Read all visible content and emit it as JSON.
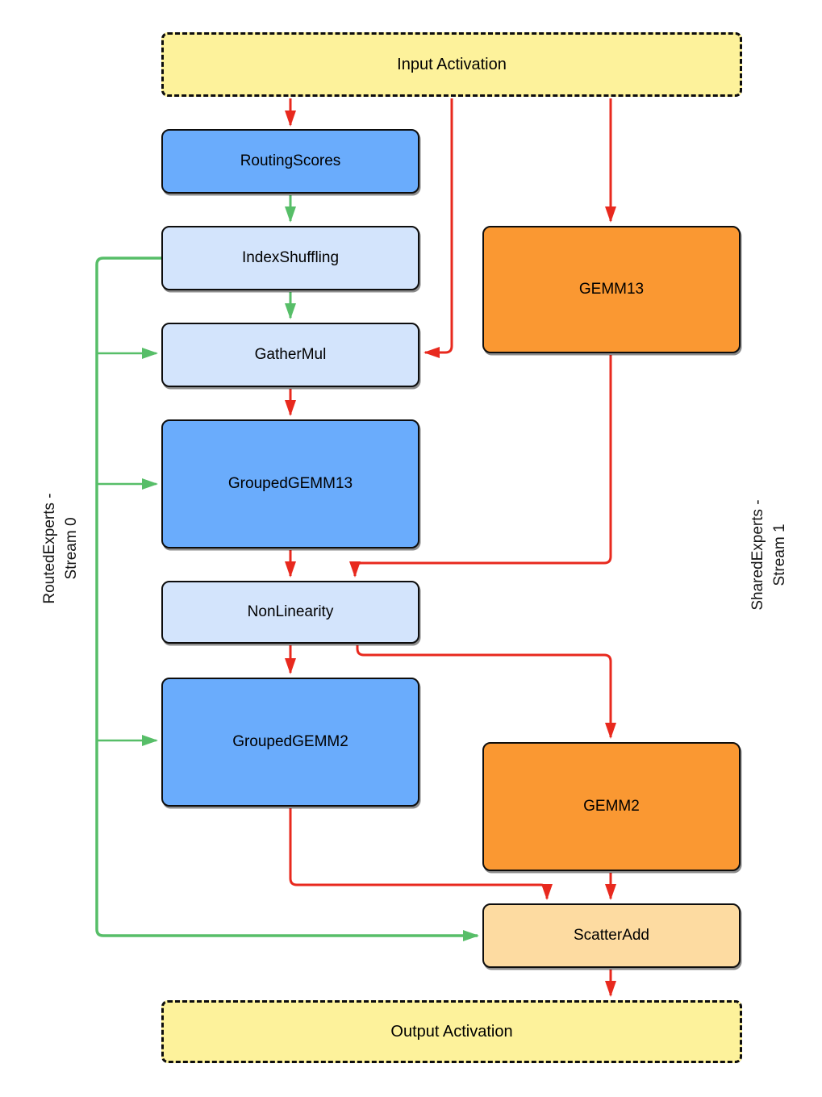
{
  "colors": {
    "red": "#E8291E",
    "green": "#57BE68",
    "blue": "#6AACFC",
    "light_blue": "#D3E4FC",
    "orange": "#FA9832",
    "peach": "#FDDBA1",
    "yellow": "#FDF29B",
    "border": "#0D0D0D"
  },
  "nodes": {
    "input": {
      "label": "Input Activation"
    },
    "routing_scores": {
      "label": "RoutingScores"
    },
    "index_shuffling": {
      "label": "IndexShuffling"
    },
    "gather_mul": {
      "label": "GatherMul"
    },
    "grouped_gemm13": {
      "label": "GroupedGEMM13"
    },
    "non_linearity": {
      "label": "NonLinearity"
    },
    "grouped_gemm2": {
      "label": "GroupedGEMM2"
    },
    "gemm13": {
      "label": "GEMM13"
    },
    "gemm2": {
      "label": "GEMM2"
    },
    "scatter_add": {
      "label": "ScatterAdd"
    },
    "output": {
      "label": "Output Activation"
    }
  },
  "stream_labels": {
    "left": {
      "line1": "RoutedExperts -",
      "line2": "Stream 0"
    },
    "right": {
      "line1": "SharedExperts -",
      "line2": "Stream 1"
    }
  },
  "edges": [
    {
      "from": "input",
      "to": "routing_scores",
      "color": "red"
    },
    {
      "from": "input",
      "to": "gather_mul",
      "color": "red",
      "route": "down then into right side"
    },
    {
      "from": "input",
      "to": "gemm13",
      "color": "red"
    },
    {
      "from": "routing_scores",
      "to": "index_shuffling",
      "color": "green"
    },
    {
      "from": "index_shuffling",
      "to": "gather_mul",
      "color": "green"
    },
    {
      "from": "index_shuffling",
      "to": "gather_mul",
      "color": "green",
      "route": "left trunk into left side"
    },
    {
      "from": "index_shuffling",
      "to": "grouped_gemm13",
      "color": "green",
      "route": "left trunk into left side"
    },
    {
      "from": "index_shuffling",
      "to": "grouped_gemm2",
      "color": "green",
      "route": "left trunk into left side"
    },
    {
      "from": "index_shuffling",
      "to": "scatter_add",
      "color": "green",
      "route": "left trunk into left side"
    },
    {
      "from": "gather_mul",
      "to": "grouped_gemm13",
      "color": "red"
    },
    {
      "from": "grouped_gemm13",
      "to": "non_linearity",
      "color": "red"
    },
    {
      "from": "gemm13",
      "to": "non_linearity",
      "color": "red",
      "route": "down, left, into top"
    },
    {
      "from": "non_linearity",
      "to": "grouped_gemm2",
      "color": "red"
    },
    {
      "from": "non_linearity",
      "to": "gemm2",
      "color": "red",
      "route": "down, right, into top"
    },
    {
      "from": "grouped_gemm2",
      "to": "scatter_add",
      "color": "red",
      "route": "down, right, into top"
    },
    {
      "from": "gemm2",
      "to": "scatter_add",
      "color": "red"
    },
    {
      "from": "scatter_add",
      "to": "output",
      "color": "red"
    }
  ]
}
